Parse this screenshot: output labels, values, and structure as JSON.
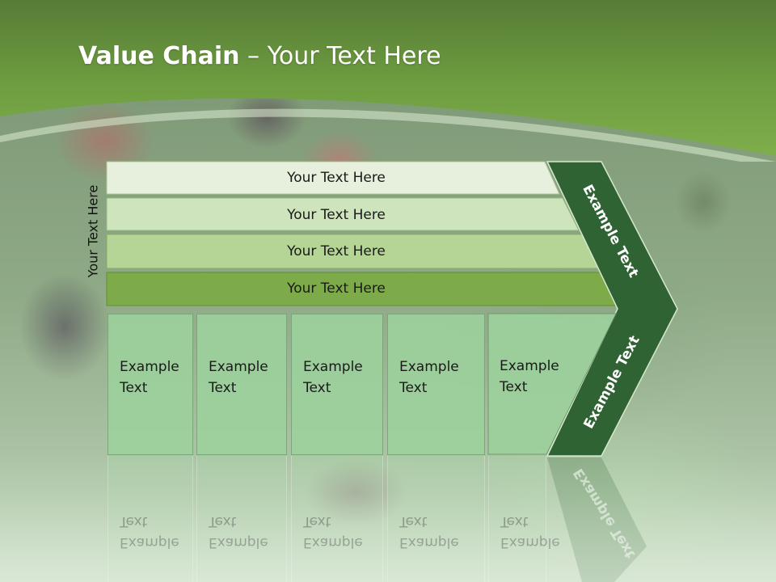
{
  "slide": {
    "title_bold": "Value Chain",
    "title_rest": " – Your Text Here"
  },
  "diagram": {
    "vertical_label": "Your Text Here",
    "bars": [
      {
        "label": "Your Text Here"
      },
      {
        "label": "Your Text Here"
      },
      {
        "label": "Your Text Here"
      },
      {
        "label": "Your Text Here"
      }
    ],
    "boxes": [
      {
        "line1": "Example",
        "line2": "Text"
      },
      {
        "line1": "Example",
        "line2": "Text"
      },
      {
        "line1": "Example",
        "line2": "Text"
      },
      {
        "line1": "Example",
        "line2": "Text"
      },
      {
        "line1": "Example",
        "line2": "Text"
      }
    ],
    "chevron_top_label": "Example Text",
    "chevron_bottom_label": "Example Text"
  },
  "colors": {
    "header_green": "#6a9a3e",
    "chevron_dark_green": "#2f6333",
    "bar_colors": [
      "#e6f0dd",
      "#cde4bc",
      "#b5d596",
      "#7eab49"
    ],
    "box_green": "#9cd19c"
  }
}
